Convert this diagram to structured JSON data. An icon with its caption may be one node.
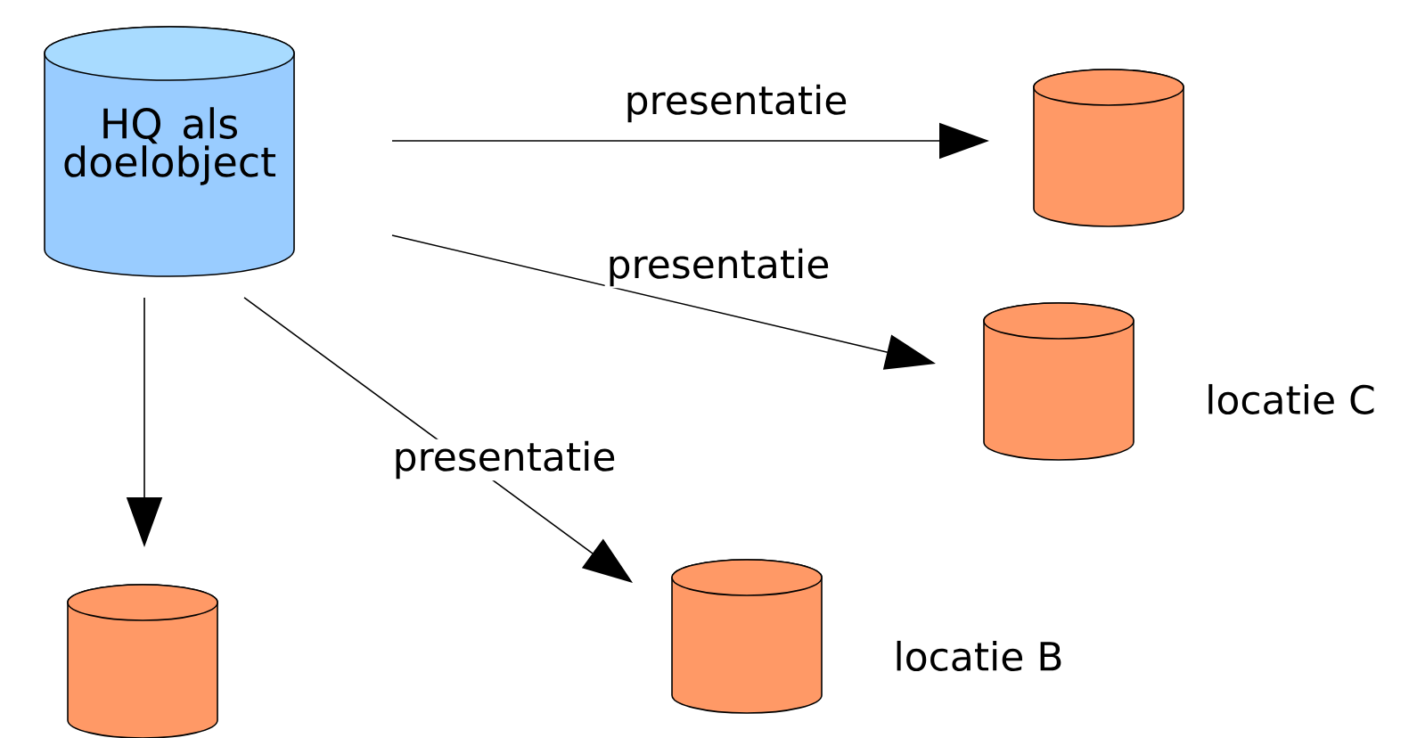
{
  "diagram": {
    "nodes": [
      {
        "text": [
          "HQ als doelobject"
        ]
      },
      {
        "text": [],
        "shape": "cylinder"
      },
      {
        "text": [],
        "shape": "cylinder",
        "beside": [
          "locatie C"
        ]
      },
      {
        "text": [],
        "shape": "cylinder",
        "beside": [
          "locatie B"
        ]
      },
      {
        "text": [],
        "shape": "cylinder"
      }
    ],
    "edges": [
      {
        "from": 0,
        "to": 1,
        "arrow": "to",
        "label": "presentatie"
      },
      {
        "from": 0,
        "to": 2,
        "arrow": "to",
        "label": "presentatie"
      },
      {
        "from": 0,
        "to": 3,
        "arrow": "to",
        "label": "presentatie"
      },
      {
        "from": 0,
        "to": 4,
        "arrow": "to"
      }
    ]
  }
}
